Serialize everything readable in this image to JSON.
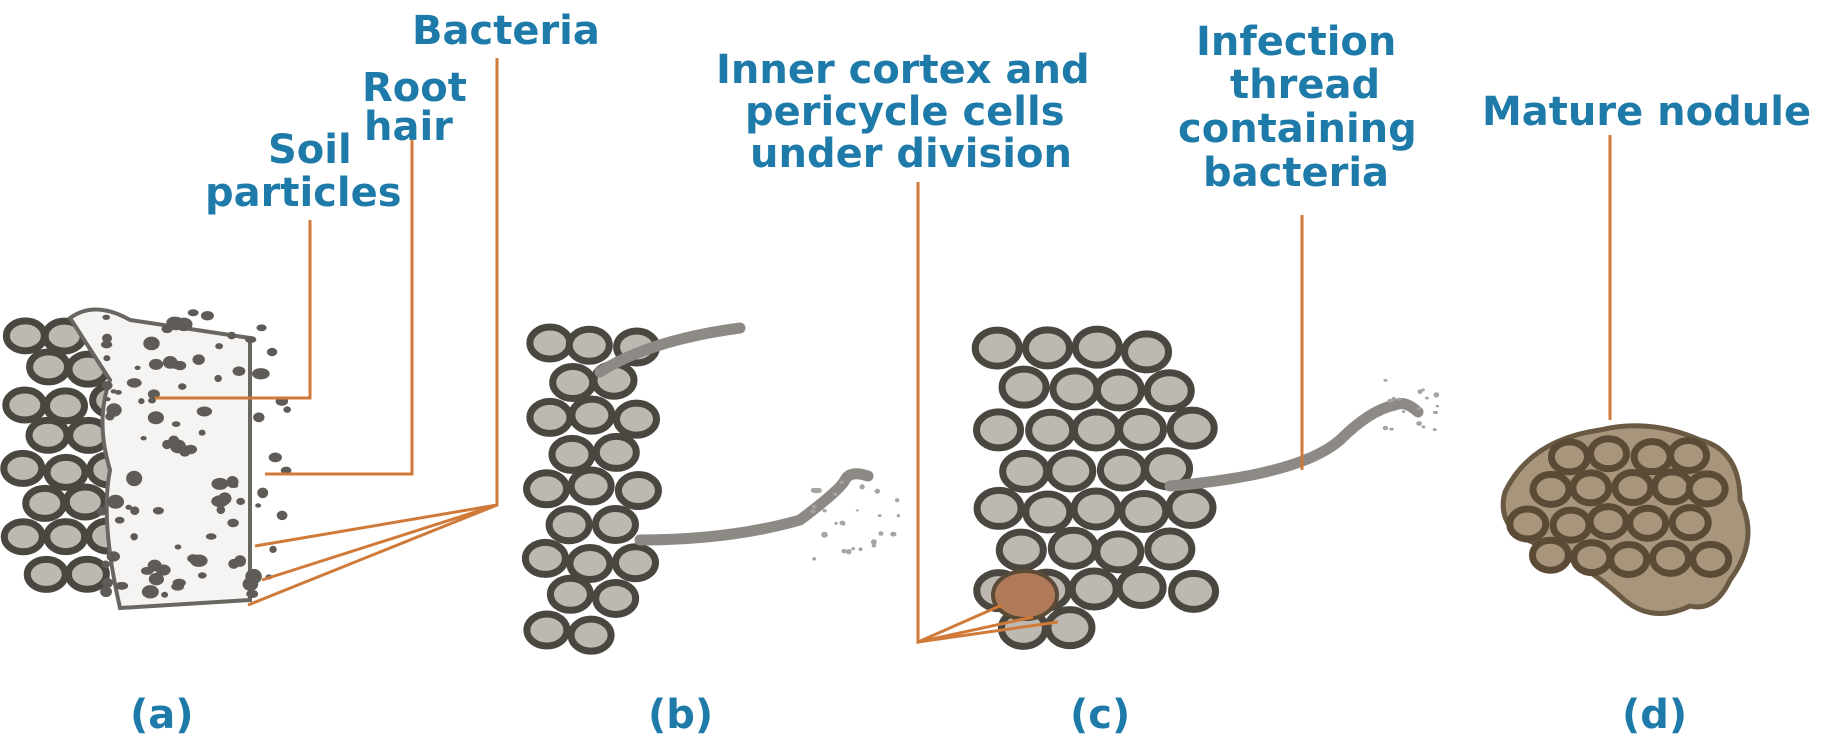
{
  "labels": {
    "bacteria": "Bacteria",
    "root_hair": [
      "Root",
      "hair"
    ],
    "soil_particles": [
      "Soil",
      "particles"
    ],
    "inner_cortex": [
      "Inner cortex and",
      "pericycle cells",
      "under division"
    ],
    "infection_thread": [
      "Infection",
      "thread",
      "containing",
      "bacteria"
    ],
    "mature_nodule": "Mature nodule"
  },
  "panels": [
    "(a)",
    "(b)",
    "(c)",
    "(d)"
  ],
  "colors": {
    "label_text": "#1e7aa8",
    "leader_line": "#d07a3a",
    "cell_fill": "#bdb8b2",
    "cell_wall": "#4a4640",
    "nodule_fill": "#a8967c"
  }
}
